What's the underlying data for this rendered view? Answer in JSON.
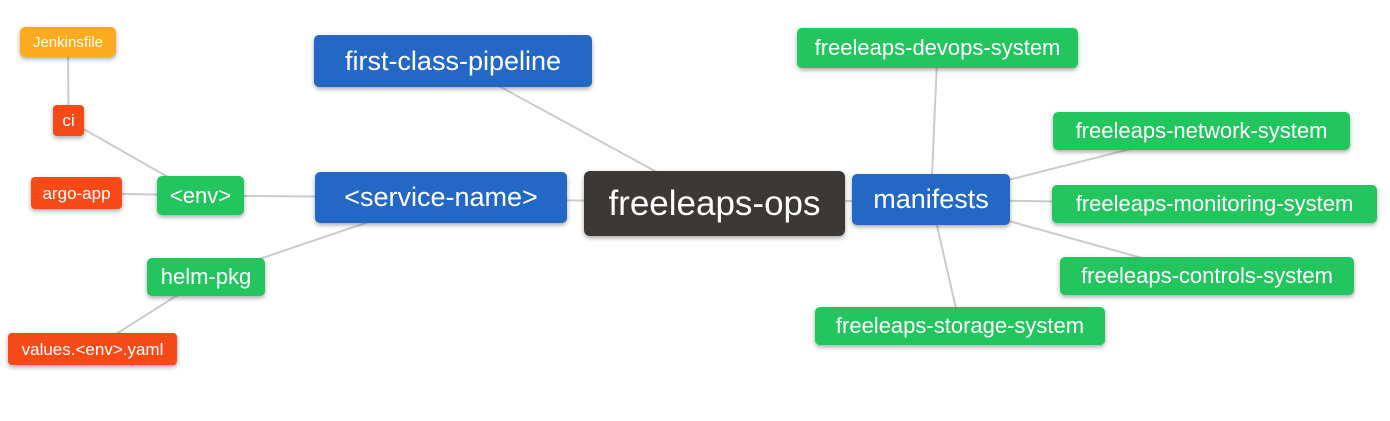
{
  "diagram": {
    "type": "mindmap",
    "nodes": {
      "freeleaps_ops": {
        "label": "freeleaps-ops",
        "color": "root"
      },
      "first_class_pipeline": {
        "label": "first-class-pipeline",
        "color": "blue"
      },
      "service_name": {
        "label": "<service-name>",
        "color": "blue"
      },
      "manifests": {
        "label": "manifests",
        "color": "blue"
      },
      "env": {
        "label": "<env>",
        "color": "green"
      },
      "helm_pkg": {
        "label": "helm-pkg",
        "color": "green"
      },
      "ci": {
        "label": "ci",
        "color": "red"
      },
      "argo_app": {
        "label": "argo-app",
        "color": "red"
      },
      "values_env_yaml": {
        "label": "values.<env>.yaml",
        "color": "red"
      },
      "jenkinsfile": {
        "label": "Jenkinsfile",
        "color": "orange"
      },
      "devops_system": {
        "label": "freeleaps-devops-system",
        "color": "green"
      },
      "network_system": {
        "label": "freeleaps-network-system",
        "color": "green"
      },
      "monitoring_system": {
        "label": "freeleaps-monitoring-system",
        "color": "green"
      },
      "controls_system": {
        "label": "freeleaps-controls-system",
        "color": "green"
      },
      "storage_system": {
        "label": "freeleaps-storage-system",
        "color": "green"
      }
    },
    "edges": [
      {
        "from": "jenkinsfile",
        "to": "ci"
      },
      {
        "from": "ci",
        "to": "env"
      },
      {
        "from": "argo_app",
        "to": "env"
      },
      {
        "from": "env",
        "to": "service_name"
      },
      {
        "from": "helm_pkg",
        "to": "service_name"
      },
      {
        "from": "values_env_yaml",
        "to": "helm_pkg"
      },
      {
        "from": "first_class_pipeline",
        "to": "freeleaps_ops"
      },
      {
        "from": "service_name",
        "to": "freeleaps_ops"
      },
      {
        "from": "freeleaps_ops",
        "to": "manifests"
      },
      {
        "from": "manifests",
        "to": "devops_system"
      },
      {
        "from": "manifests",
        "to": "network_system"
      },
      {
        "from": "manifests",
        "to": "monitoring_system"
      },
      {
        "from": "manifests",
        "to": "controls_system"
      },
      {
        "from": "manifests",
        "to": "storage_system"
      }
    ],
    "colors": {
      "root_bg": "#3b3836",
      "branch_blue": "#2368c4",
      "leaf_green": "#22c55e",
      "leaf_red": "#f64a18",
      "leaf_orange": "#fbab1d",
      "edge": "#cccccc",
      "text": "#ffffff",
      "canvas_bg": "#ffffff"
    }
  }
}
